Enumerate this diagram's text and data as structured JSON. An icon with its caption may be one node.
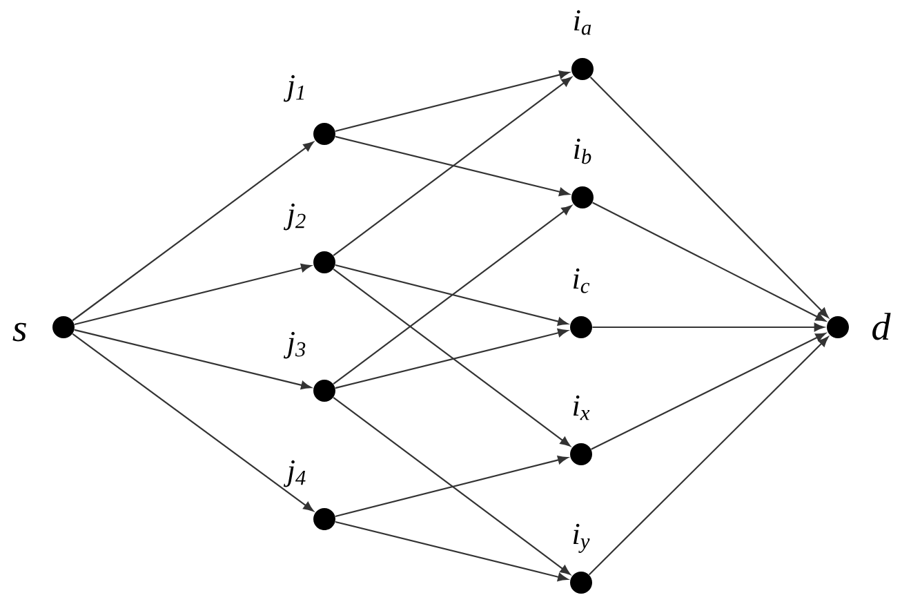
{
  "diagram": {
    "nodes": [
      {
        "text": [],
        "shape": "circle",
        "beside": [
          "s"
        ]
      },
      {
        "text": [],
        "shape": "circle",
        "beside": [
          "j$_{1}$"
        ]
      },
      {
        "text": [],
        "shape": "circle",
        "beside": [
          "j$_{2}$"
        ]
      },
      {
        "text": [],
        "shape": "circle",
        "beside": [
          "j$_{3}$"
        ]
      },
      {
        "text": [],
        "shape": "circle",
        "beside": [
          "j$_{4}$"
        ]
      },
      {
        "text": [],
        "shape": "circle",
        "beside": [
          "i$_{a}$"
        ]
      },
      {
        "text": [],
        "shape": "circle",
        "beside": [
          "i$_{b}$"
        ]
      },
      {
        "text": [],
        "shape": "circle",
        "beside": [
          "i$_{c}$"
        ]
      },
      {
        "text": [],
        "shape": "circle",
        "beside": [
          "i$_{x}$"
        ]
      },
      {
        "text": [],
        "shape": "circle",
        "beside": [
          "i$_{y}$"
        ]
      },
      {
        "text": [],
        "shape": "circle",
        "beside": [
          "d"
        ]
      }
    ],
    "edges": [
      {
        "from": 0,
        "to": 1,
        "arrow": "to"
      },
      {
        "from": 0,
        "to": 2,
        "arrow": "to"
      },
      {
        "from": 0,
        "to": 3,
        "arrow": "to"
      },
      {
        "from": 0,
        "to": 4,
        "arrow": "to"
      },
      {
        "from": 1,
        "to": 5,
        "arrow": "to"
      },
      {
        "from": 1,
        "to": 6,
        "arrow": "to"
      },
      {
        "from": 2,
        "to": 5,
        "arrow": "to"
      },
      {
        "from": 2,
        "to": 7,
        "arrow": "to"
      },
      {
        "from": 2,
        "to": 8,
        "arrow": "to"
      },
      {
        "from": 3,
        "to": 6,
        "arrow": "to"
      },
      {
        "from": 3,
        "to": 7,
        "arrow": "to"
      },
      {
        "from": 3,
        "to": 9,
        "arrow": "to"
      },
      {
        "from": 4,
        "to": 8,
        "arrow": "to"
      },
      {
        "from": 4,
        "to": 9,
        "arrow": "to"
      },
      {
        "from": 5,
        "to": 10,
        "arrow": "to"
      },
      {
        "from": 6,
        "to": 10,
        "arrow": "to"
      },
      {
        "from": 7,
        "to": 10,
        "arrow": "to"
      },
      {
        "from": 8,
        "to": 10,
        "arrow": "to"
      },
      {
        "from": 9,
        "to": 10,
        "arrow": "to"
      }
    ]
  }
}
